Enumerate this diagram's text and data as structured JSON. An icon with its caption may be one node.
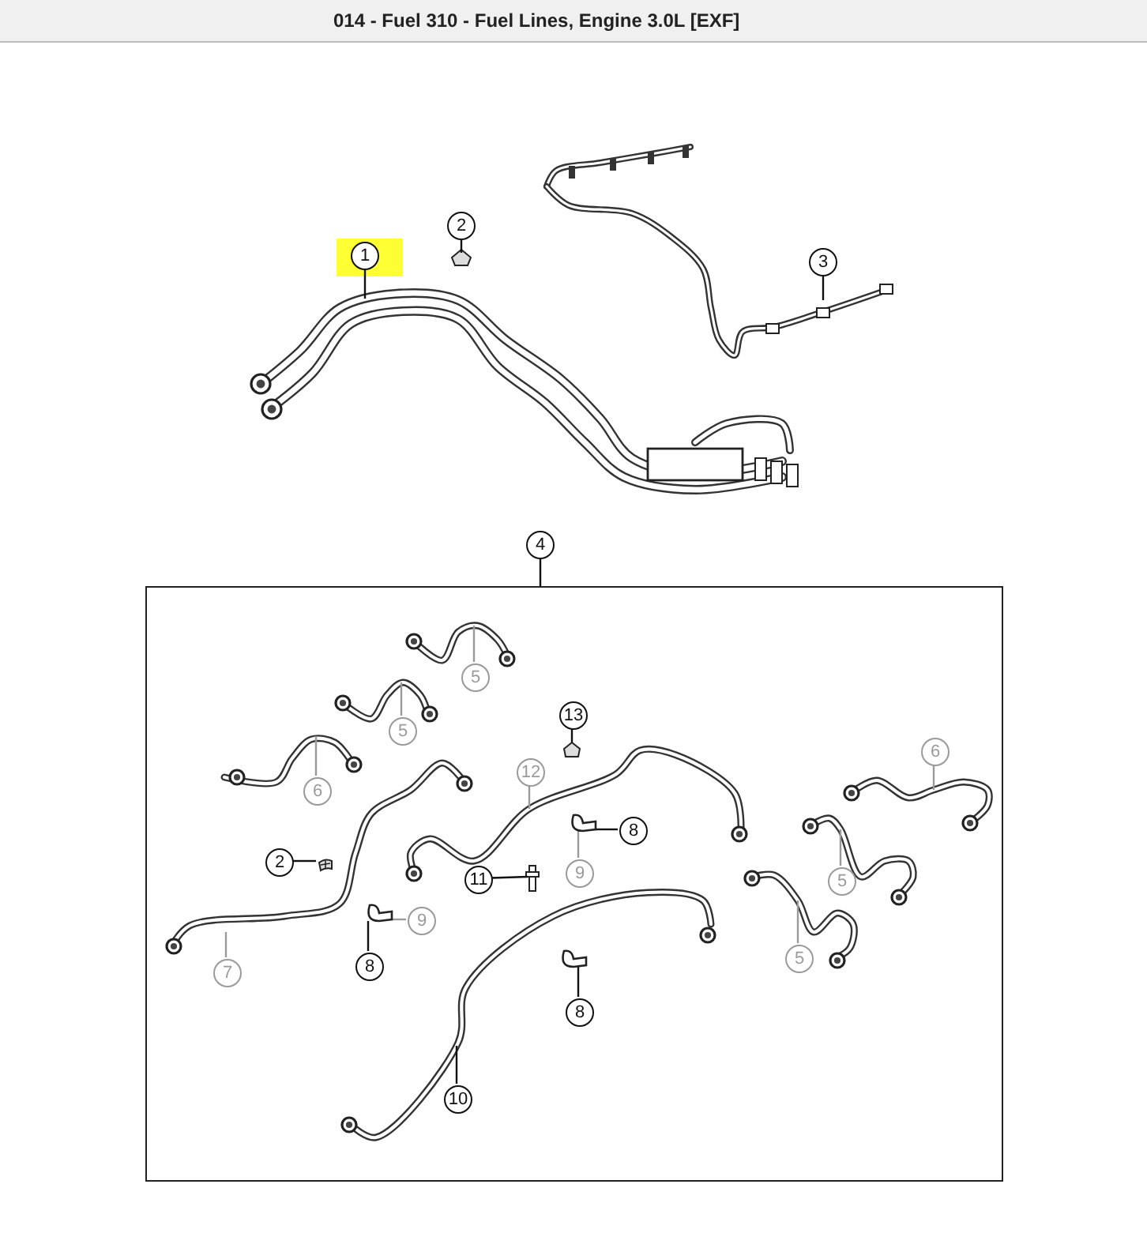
{
  "diagram": {
    "title": "014 - Fuel 310 - Fuel Lines, Engine 3.0L [EXF]",
    "nodes": [
      {
        "text": [
          "2"
        ]
      },
      {
        "text": [
          "1"
        ]
      },
      {
        "text": [
          "3"
        ]
      },
      {
        "text": [
          "4"
        ]
      },
      {
        "text": [],
        "shape": "box"
      },
      {
        "text": [
          "5"
        ],
        "in": 4
      },
      {
        "text": [
          "13"
        ],
        "in": 4
      },
      {
        "text": [
          "5"
        ],
        "in": 4
      },
      {
        "text": [
          "6"
        ],
        "in": 4
      },
      {
        "text": [
          "12"
        ],
        "in": 4
      },
      {
        "text": [
          "6"
        ],
        "in": 4
      },
      {
        "text": [
          "8"
        ],
        "in": 4
      },
      {
        "text": [
          "2"
        ],
        "in": 4
      },
      {
        "text": [
          "9"
        ],
        "in": 4
      },
      {
        "text": [
          "11"
        ],
        "in": 4
      },
      {
        "text": [
          "5"
        ],
        "in": 4
      },
      {
        "text": [
          "9"
        ],
        "in": 4
      },
      {
        "text": [
          "5"
        ],
        "in": 4
      },
      {
        "text": [
          "8"
        ],
        "in": 4
      },
      {
        "text": [
          "7"
        ],
        "in": 4
      },
      {
        "text": [
          "8"
        ],
        "in": 4
      },
      {
        "text": [
          "10"
        ],
        "in": 4
      },
      {
        "text": [],
        "shape": "picture",
        "in": 4
      },
      {
        "text": [],
        "shape": "picture",
        "in": 4
      },
      {
        "text": [],
        "shape": "picture",
        "in": 4
      },
      {
        "text": [],
        "shape": "picture",
        "in": 4
      }
    ],
    "edges": [
      {
        "from": 0,
        "to": null,
        "arrow": "none"
      },
      {
        "from": 1,
        "to": null,
        "arrow": "none"
      },
      {
        "from": 2,
        "to": null,
        "arrow": "none"
      },
      {
        "from": 3,
        "to": 4,
        "arrow": "none"
      },
      {
        "from": 5,
        "to": null,
        "arrow": "none",
        "color": "#9a9a9a"
      },
      {
        "from": 6,
        "to": null,
        "arrow": "none"
      },
      {
        "from": 7,
        "to": null,
        "arrow": "none",
        "color": "#9a9a9a"
      },
      {
        "from": 8,
        "to": null,
        "arrow": "none",
        "color": "#9a9a9a"
      },
      {
        "from": 9,
        "to": null,
        "arrow": "none",
        "color": "#9a9a9a"
      },
      {
        "from": 10,
        "to": null,
        "arrow": "none",
        "color": "#9a9a9a"
      },
      {
        "from": 11,
        "to": 22,
        "arrow": "none"
      },
      {
        "from": 12,
        "to": 23,
        "arrow": "none"
      },
      {
        "from": 13,
        "to": 22,
        "arrow": "none",
        "color": "#9a9a9a"
      },
      {
        "from": 14,
        "to": null,
        "arrow": "none"
      },
      {
        "from": 15,
        "to": null,
        "arrow": "none",
        "color": "#9a9a9a"
      },
      {
        "from": 16,
        "to": 24,
        "arrow": "none",
        "color": "#9a9a9a"
      },
      {
        "from": 17,
        "to": null,
        "arrow": "none",
        "color": "#9a9a9a"
      },
      {
        "from": 18,
        "to": 24,
        "arrow": "none"
      },
      {
        "from": 19,
        "to": null,
        "arrow": "none",
        "color": "#9a9a9a"
      },
      {
        "from": 20,
        "to": 25,
        "arrow": "none"
      },
      {
        "from": 21,
        "to": null,
        "arrow": "none"
      }
    ]
  }
}
